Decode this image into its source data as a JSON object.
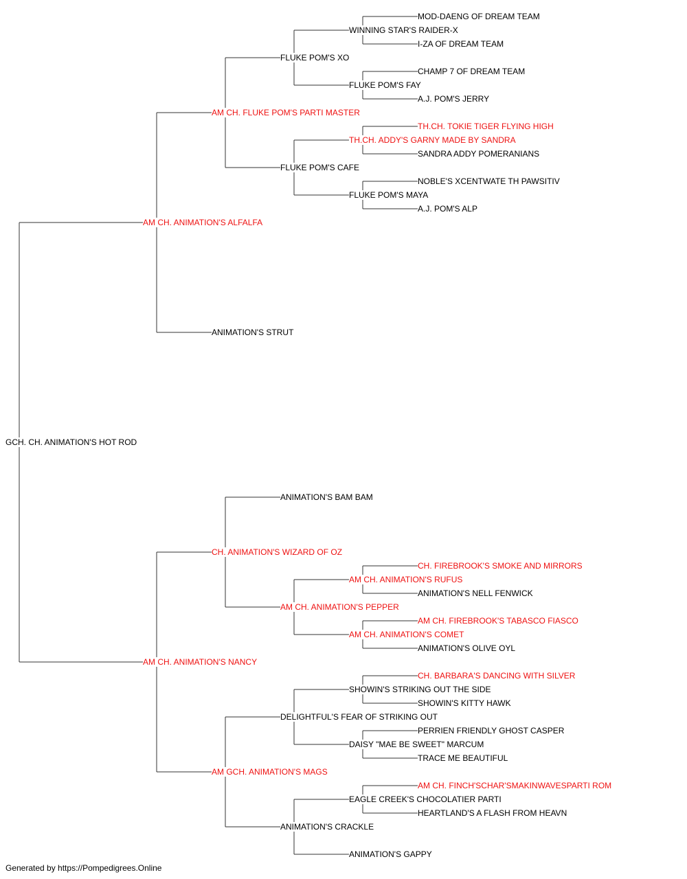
{
  "colors": {
    "champion": "#ee1111",
    "normal": "#000000",
    "connector": "#333333"
  },
  "pedigree": {
    "name": "GCH. CH. ANIMATION'S HOT ROD",
    "champion": false,
    "sire": {
      "name": "AM CH. ANIMATION'S ALFALFA",
      "champion": true,
      "sire": {
        "name": "AM CH. FLUKE POM'S PARTI MASTER",
        "champion": true,
        "sire": {
          "name": "FLUKE POM'S XO",
          "champion": false,
          "sire": {
            "name": "WINNING STAR'S RAIDER-X",
            "champion": false,
            "sire": {
              "name": "MOD-DAENG OF DREAM TEAM",
              "champion": false
            },
            "dam": {
              "name": "I-ZA OF DREAM TEAM",
              "champion": false
            }
          },
          "dam": {
            "name": "FLUKE POM'S FAY",
            "champion": false,
            "sire": {
              "name": "CHAMP 7 OF DREAM TEAM",
              "champion": false
            },
            "dam": {
              "name": "A.J. POM'S JERRY",
              "champion": false
            }
          }
        },
        "dam": {
          "name": "FLUKE POM'S CAFE",
          "champion": false,
          "sire": {
            "name": "TH.CH. ADDY'S GARNY MADE BY SANDRA",
            "champion": true,
            "sire": {
              "name": "TH.CH. TOKIE TIGER FLYING HIGH",
              "champion": true
            },
            "dam": {
              "name": "SANDRA ADDY POMERANIANS",
              "champion": false
            }
          },
          "dam": {
            "name": "FLUKE POM'S MAYA",
            "champion": false,
            "sire": {
              "name": "NOBLE'S XCENTWATE TH PAWSITIV",
              "champion": false
            },
            "dam": {
              "name": "A.J. POM'S ALP",
              "champion": false
            }
          }
        }
      },
      "dam": {
        "name": "ANIMATION'S STRUT",
        "champion": false
      }
    },
    "dam": {
      "name": "AM CH. ANIMATION'S NANCY",
      "champion": true,
      "sire": {
        "name": "CH. ANIMATION'S WIZARD OF OZ",
        "champion": true,
        "sire": {
          "name": "ANIMATION'S BAM BAM",
          "champion": false
        },
        "dam": {
          "name": "AM CH. ANIMATION'S PEPPER",
          "champion": true,
          "sire": {
            "name": "AM CH. ANIMATION'S RUFUS",
            "champion": true,
            "sire": {
              "name": "CH. FIREBROOK'S SMOKE AND MIRRORS",
              "champion": true
            },
            "dam": {
              "name": "ANIMATION'S NELL FENWICK",
              "champion": false
            }
          },
          "dam": {
            "name": "AM CH. ANIMATION'S COMET",
            "champion": true,
            "sire": {
              "name": "AM CH. FIREBROOK'S TABASCO FIASCO",
              "champion": true
            },
            "dam": {
              "name": "ANIMATION'S OLIVE OYL",
              "champion": false
            }
          }
        }
      },
      "dam": {
        "name": "AM GCH. ANIMATION'S MAGS",
        "champion": true,
        "sire": {
          "name": "DELIGHTFUL'S FEAR OF STRIKING OUT",
          "champion": false,
          "sire": {
            "name": "SHOWIN'S STRIKING OUT THE SIDE",
            "champion": false,
            "sire": {
              "name": "CH. BARBARA'S DANCING WITH SILVER",
              "champion": true
            },
            "dam": {
              "name": "SHOWIN'S KITTY HAWK",
              "champion": false
            }
          },
          "dam": {
            "name": "DAISY \"MAE BE SWEET\" MARCUM",
            "champion": false,
            "sire": {
              "name": "PERRIEN FRIENDLY GHOST CASPER",
              "champion": false
            },
            "dam": {
              "name": "TRACE ME BEAUTIFUL",
              "champion": false
            }
          }
        },
        "dam": {
          "name": "ANIMATION'S CRACKLE",
          "champion": false,
          "sire": {
            "name": "EAGLE CREEK'S CHOCOLATIER PARTI",
            "champion": false,
            "sire": {
              "name": "AM CH. FINCH'SCHAR'SMAKINWAVESPARTI ROM",
              "champion": true
            },
            "dam": {
              "name": "HEARTLAND'S A FLASH FROM HEAVN",
              "champion": false
            }
          },
          "dam": {
            "name": "ANIMATION'S GAPPY",
            "champion": false
          }
        }
      }
    }
  },
  "footer": {
    "text": "Generated by https://Pompedigrees.Online"
  }
}
